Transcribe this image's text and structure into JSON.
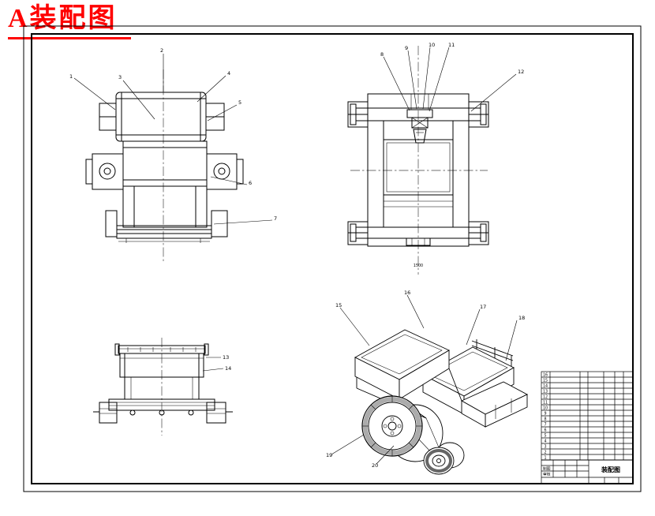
{
  "title": {
    "text": "A装配图"
  },
  "callouts": {
    "front": [
      "1",
      "2",
      "3",
      "4",
      "5",
      "6",
      "7"
    ],
    "top": [
      "8",
      "9",
      "10",
      "11",
      "12"
    ],
    "rear": [
      "13",
      "14"
    ],
    "iso": [
      "15",
      "16",
      "17",
      "18",
      "19",
      "20"
    ]
  },
  "dimensions": {
    "top_view_width": "1500"
  },
  "parts_table": {
    "rows": [
      "16",
      "15",
      "14",
      "13",
      "12",
      "11",
      "10",
      "9",
      "8",
      "7",
      "6",
      "5",
      "4",
      "3",
      "2",
      "1"
    ]
  },
  "title_block": {
    "name": "装配图",
    "drawn_label": "制图",
    "checked_label": "审核"
  }
}
